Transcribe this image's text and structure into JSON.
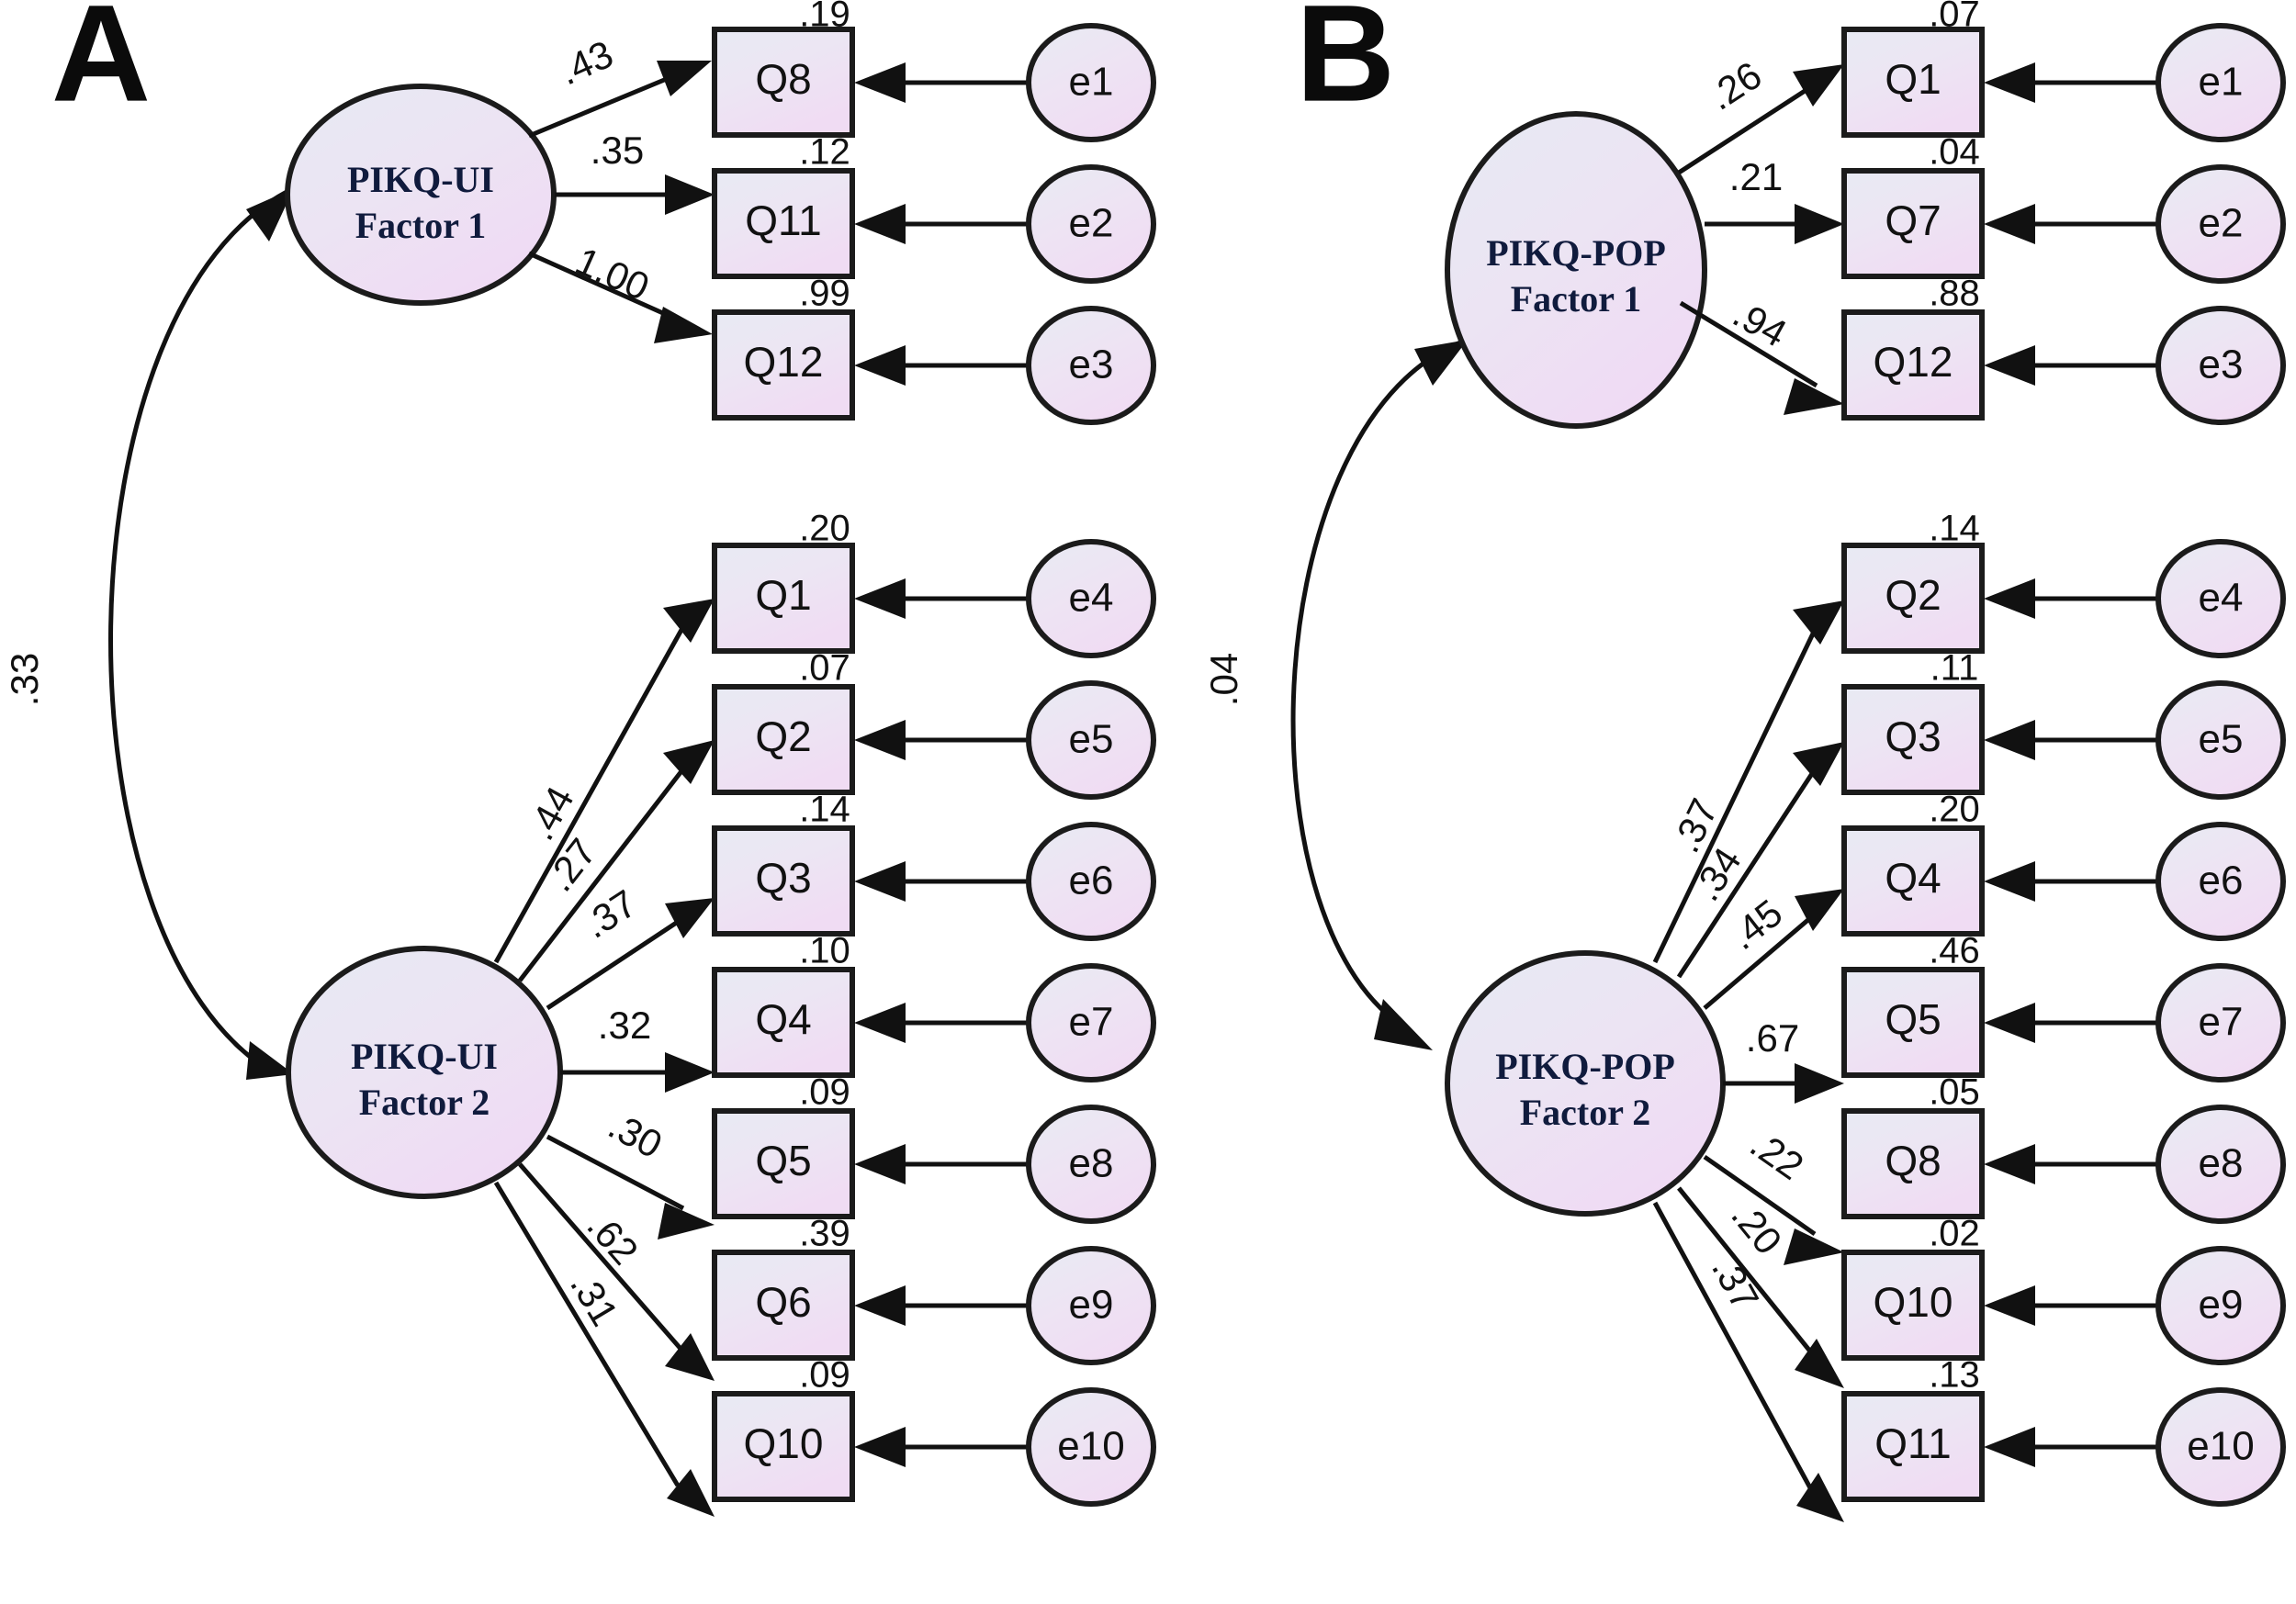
{
  "figure": {
    "type": "sem-path-diagram",
    "panels": [
      {
        "id": "A",
        "letter": "A",
        "instrument": "PIKQ-UI",
        "factor_correlation": ".33",
        "factors": [
          {
            "id": "F1",
            "name": "PIKQ-UI",
            "sub": "Factor 1"
          },
          {
            "id": "F2",
            "name": "PIKQ-UI",
            "sub": "Factor 2"
          }
        ],
        "indicators": [
          {
            "item": "Q8",
            "factor": "F1",
            "loading": ".43",
            "variance": ".19",
            "error": "e1"
          },
          {
            "item": "Q11",
            "factor": "F1",
            "loading": ".35",
            "variance": ".12",
            "error": "e2"
          },
          {
            "item": "Q12",
            "factor": "F1",
            "loading": "1.00",
            "variance": ".99",
            "error": "e3"
          },
          {
            "item": "Q1",
            "factor": "F2",
            "loading": ".44",
            "variance": ".20",
            "error": "e4"
          },
          {
            "item": "Q2",
            "factor": "F2",
            "loading": ".27",
            "variance": ".07",
            "error": "e5"
          },
          {
            "item": "Q3",
            "factor": "F2",
            "loading": ".37",
            "variance": ".14",
            "error": "e6"
          },
          {
            "item": "Q4",
            "factor": "F2",
            "loading": ".32",
            "variance": ".10",
            "error": "e7"
          },
          {
            "item": "Q5",
            "factor": "F2",
            "loading": ".30",
            "variance": ".09",
            "error": "e8"
          },
          {
            "item": "Q6",
            "factor": "F2",
            "loading": ".62",
            "variance": ".39",
            "error": "e9"
          },
          {
            "item": "Q10",
            "factor": "F2",
            "loading": ".31",
            "variance": ".09",
            "error": "e10"
          }
        ]
      },
      {
        "id": "B",
        "letter": "B",
        "instrument": "PIKQ-POP",
        "factor_correlation": ".04",
        "factors": [
          {
            "id": "F1",
            "name": "PIKQ-POP",
            "sub": "Factor 1"
          },
          {
            "id": "F2",
            "name": "PIKQ-POP",
            "sub": "Factor 2"
          }
        ],
        "indicators": [
          {
            "item": "Q1",
            "factor": "F1",
            "loading": ".26",
            "variance": ".07",
            "error": "e1"
          },
          {
            "item": "Q7",
            "factor": "F1",
            "loading": ".21",
            "variance": ".04",
            "error": "e2"
          },
          {
            "item": "Q12",
            "factor": "F1",
            "loading": ".94",
            "variance": ".88",
            "error": "e3"
          },
          {
            "item": "Q2",
            "factor": "F2",
            "loading": ".37",
            "variance": ".14",
            "error": "e4"
          },
          {
            "item": "Q3",
            "factor": "F2",
            "loading": ".34",
            "variance": ".11",
            "error": "e5"
          },
          {
            "item": "Q4",
            "factor": "F2",
            "loading": ".45",
            "variance": ".20",
            "error": "e6"
          },
          {
            "item": "Q5",
            "factor": "F2",
            "loading": ".67",
            "variance": ".46",
            "error": "e7"
          },
          {
            "item": "Q8",
            "factor": "F2",
            "loading": ".22",
            "variance": ".05",
            "error": "e8"
          },
          {
            "item": "Q10",
            "factor": "F2",
            "loading": ".20",
            "variance": ".02",
            "error": "e9"
          },
          {
            "item": "Q11",
            "factor": "F2",
            "loading": ".37",
            "variance": ".13",
            "error": "e10"
          }
        ]
      }
    ],
    "colors": {
      "stroke": "#1b1b1b",
      "fill_light": "#e9eaf2",
      "fill_violet": "#efd9f2",
      "text_dark": "#111111",
      "factor_text": "#101b3d",
      "background": "#ffffff"
    }
  }
}
